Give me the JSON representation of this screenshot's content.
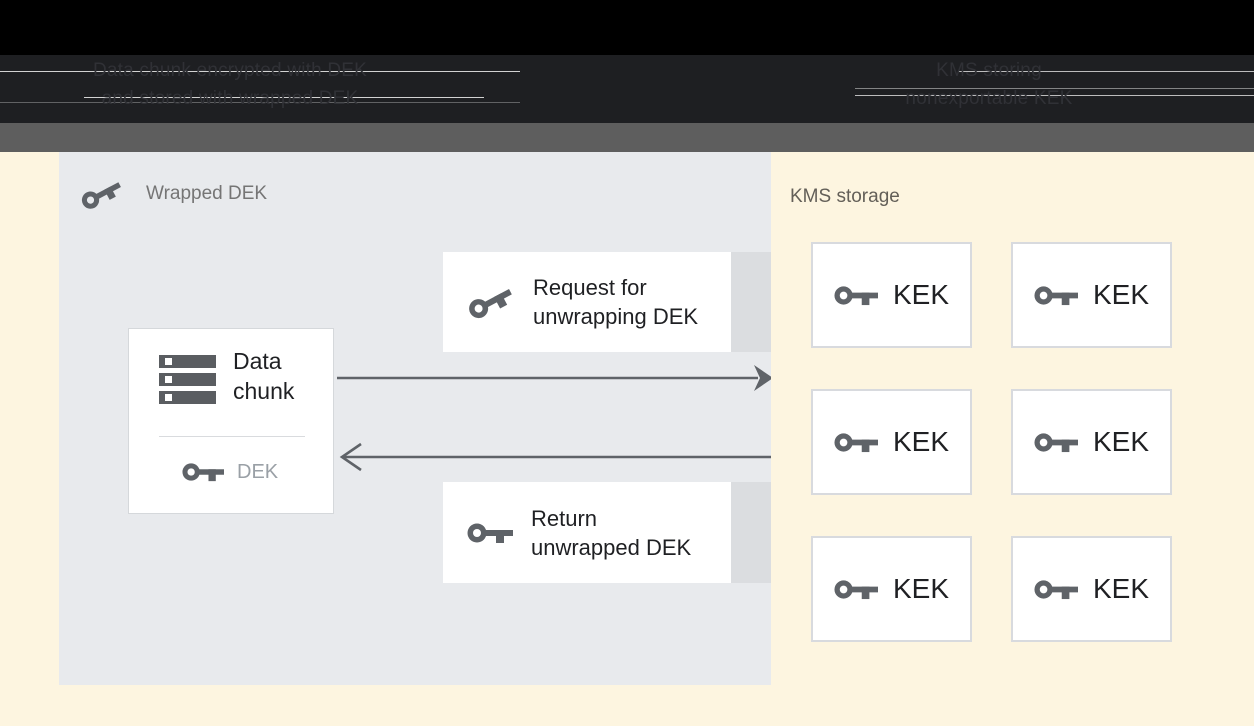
{
  "header": {
    "caption_left": {
      "line1": "Data chunk encrypted with DEK",
      "line2": "and stored with wrapped DEK"
    },
    "caption_right": {
      "line1": "KMS storing",
      "line2": "nonexportable KEK"
    }
  },
  "wrapped_dek_panel": {
    "label": "Wrapped DEK",
    "data_chunk_box": {
      "title_line1": "Data",
      "title_line2": "chunk",
      "key_label": "DEK"
    },
    "request_box": {
      "line1": "Request for",
      "line2": "unwrapping DEK"
    },
    "return_box": {
      "line1": "Return",
      "line2": "unwrapped DEK"
    }
  },
  "kms_panel": {
    "label": "KMS storage",
    "keks": [
      {
        "label": "KEK"
      },
      {
        "label": "KEK"
      },
      {
        "label": "KEK"
      },
      {
        "label": "KEK"
      },
      {
        "label": "KEK"
      },
      {
        "label": "KEK"
      }
    ]
  },
  "icons": {
    "key": "key-icon",
    "tilted_key": "wrapped-key-icon",
    "data_chunk": "data-stack-icon",
    "arrow_right": "request-arrow-icon",
    "arrow_left": "return-arrow-icon"
  },
  "colors": {
    "header_black": "#000000",
    "header_dark": "#1e1f22",
    "band_gray": "#5e5e5e",
    "background_yellow": "#fdf5e0",
    "panel_gray": "#e8eaed",
    "box_white": "#ffffff",
    "box_border": "#d8dade",
    "side_strip": "#dbdde0",
    "icon_gray": "#5f6368",
    "text_dark": "#1f2023",
    "text_muted": "#757575",
    "dek_label_gray": "#9aa0a6"
  }
}
